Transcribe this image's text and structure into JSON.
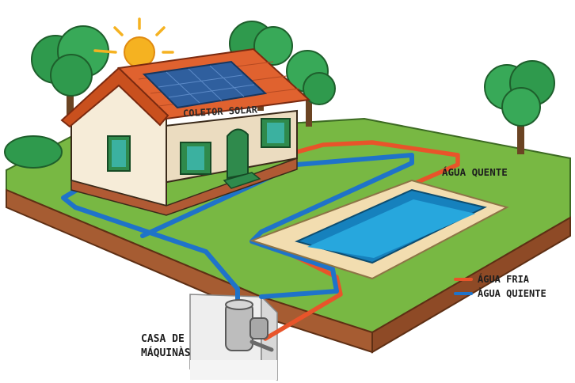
{
  "labels": {
    "collector": "COLETOR SOLAR",
    "hot_water_line": "ÁGUA QUENTE",
    "machine_house_line1": "CASA DE",
    "machine_house_line2": "MÁQUINÀS"
  },
  "legend": {
    "items": [
      {
        "label": "ÁGUA FRIA",
        "color": "#e8542a"
      },
      {
        "label": "ÀGUA QUIENTE",
        "color": "#1f73c9"
      }
    ]
  },
  "colors": {
    "grass": "#78b843",
    "soil": "#a65c32",
    "roof": "#e0622f",
    "wall": "#f6ecd8",
    "window": "#2f8a4c",
    "panel": "#2f5f9e",
    "pool_water": "#27a7dd",
    "pool_deck": "#f2ddb0",
    "sun": "#f5b221",
    "hot_pipe": "#e8542a",
    "cold_pipe": "#1f73c9"
  }
}
